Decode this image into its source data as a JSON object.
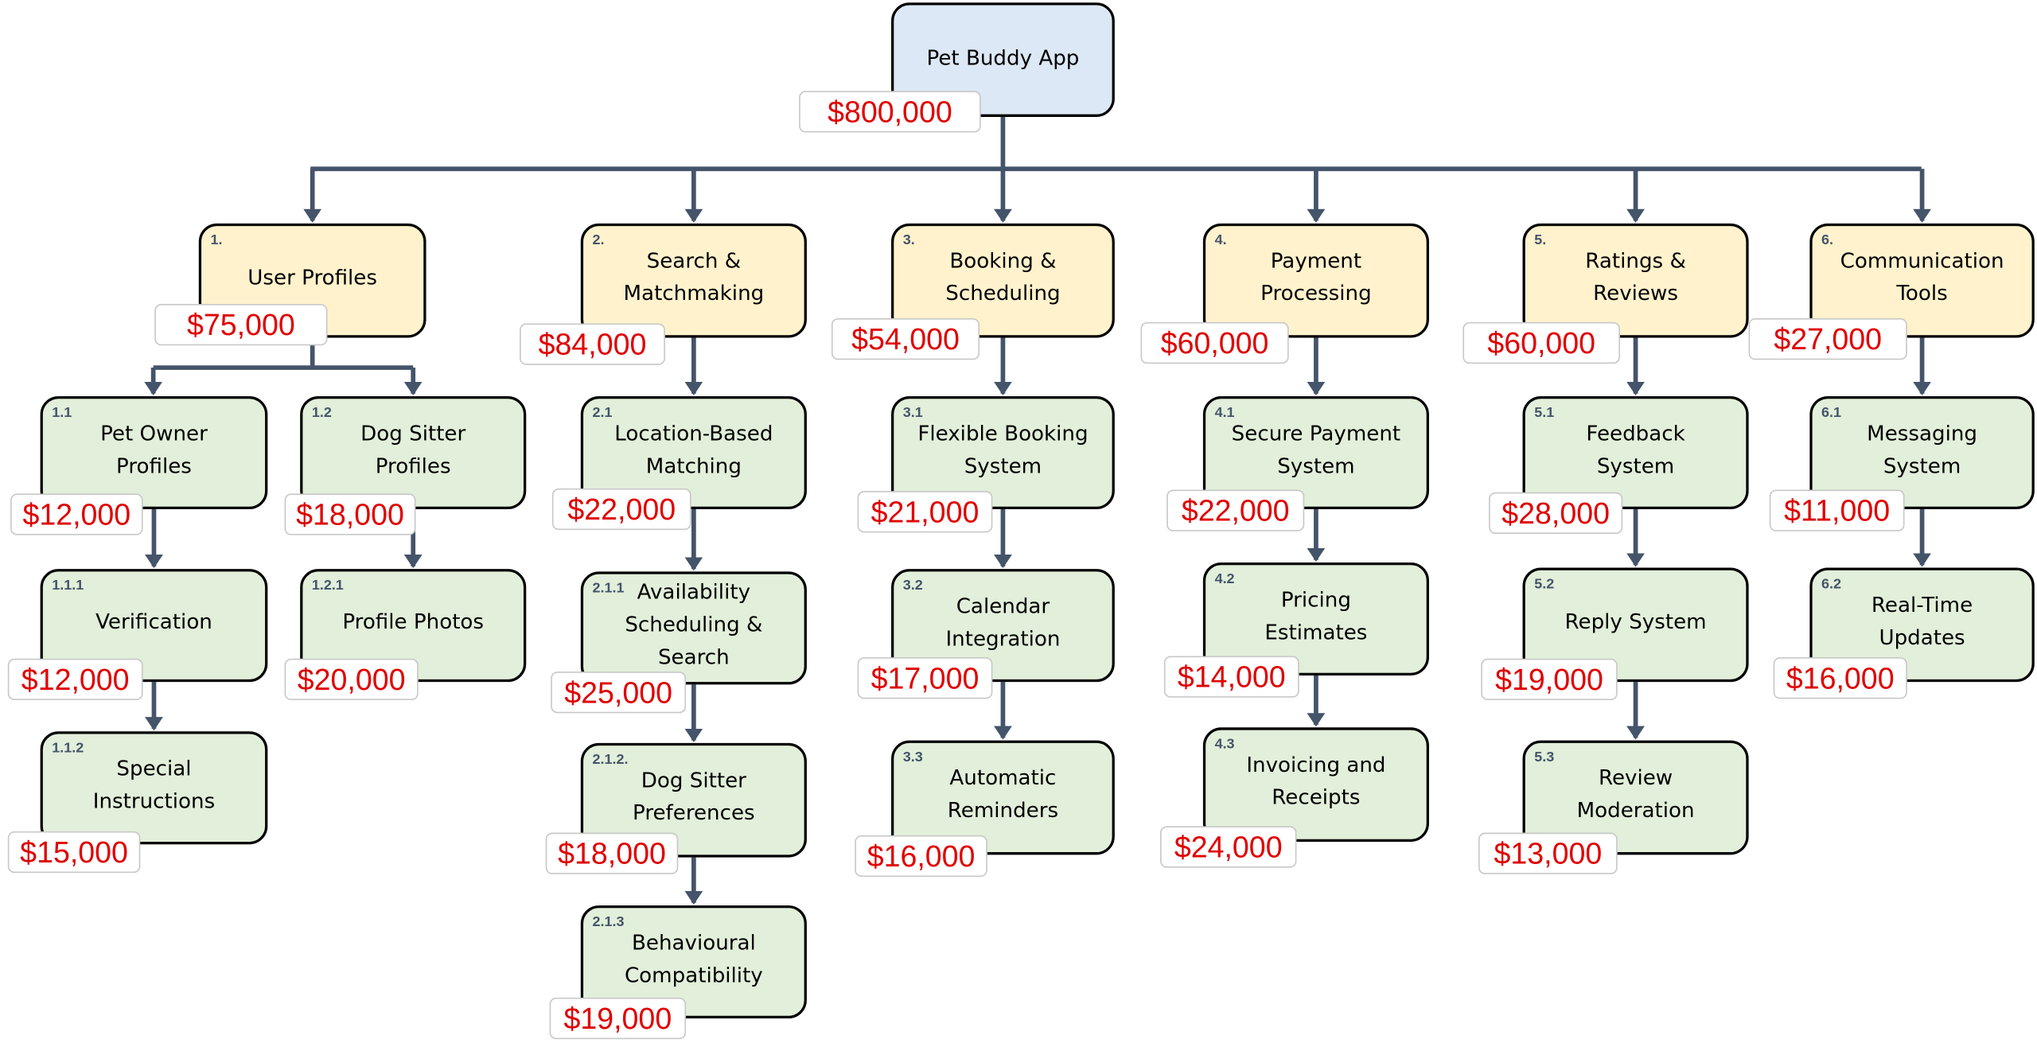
{
  "title": "Pet Buddy App",
  "colors": {
    "root": "#dce8f5",
    "level1": "#fff2cc",
    "level2plus": "#e2efda",
    "cost_text": "#e00000",
    "connector": "#44546a"
  },
  "nodes": [
    {
      "id": "root",
      "number": "",
      "label": "Pet Buddy App",
      "cost": "$800,000"
    },
    {
      "id": "n1",
      "number": "1.",
      "label": "User Profiles",
      "cost": "$75,000"
    },
    {
      "id": "n2",
      "number": "2.",
      "label": "Search &\nMatchmaking",
      "cost": "$84,000"
    },
    {
      "id": "n3",
      "number": "3.",
      "label": "Booking &\nScheduling",
      "cost": "$54,000"
    },
    {
      "id": "n4",
      "number": "4.",
      "label": "Payment\nProcessing",
      "cost": "$60,000"
    },
    {
      "id": "n5",
      "number": "5.",
      "label": "Ratings &\nReviews",
      "cost": "$60,000"
    },
    {
      "id": "n6",
      "number": "6.",
      "label": "Communication\nTools",
      "cost": "$27,000"
    },
    {
      "id": "n1_1",
      "number": "1.1",
      "label": "Pet Owner\nProfiles",
      "cost": "$12,000"
    },
    {
      "id": "n1_2",
      "number": "1.2",
      "label": "Dog Sitter\nProfiles",
      "cost": "$18,000"
    },
    {
      "id": "n1_1_1",
      "number": "1.1.1",
      "label": "Verification",
      "cost": "$12,000"
    },
    {
      "id": "n1_2_1",
      "number": "1.2.1",
      "label": "Profile Photos",
      "cost": "$20,000"
    },
    {
      "id": "n1_1_2",
      "number": "1.1.2",
      "label": "Special\nInstructions",
      "cost": "$15,000"
    },
    {
      "id": "n2_1",
      "number": "2.1",
      "label": "Location-Based\nMatching",
      "cost": "$22,000"
    },
    {
      "id": "n2_1_1",
      "number": "2.1.1",
      "label": "Availability\nScheduling &\nSearch",
      "cost": "$25,000"
    },
    {
      "id": "n2_1_2",
      "number": "2.1.2.",
      "label": "Dog Sitter\nPreferences",
      "cost": "$18,000"
    },
    {
      "id": "n2_1_3",
      "number": "2.1.3",
      "label": "Behavioural\nCompatibility",
      "cost": "$19,000"
    },
    {
      "id": "n3_1",
      "number": "3.1",
      "label": "Flexible Booking\nSystem",
      "cost": "$21,000"
    },
    {
      "id": "n3_2",
      "number": "3.2",
      "label": "Calendar\nIntegration",
      "cost": "$17,000"
    },
    {
      "id": "n3_3",
      "number": "3.3",
      "label": "Automatic\nReminders",
      "cost": "$16,000"
    },
    {
      "id": "n4_1",
      "number": "4.1",
      "label": "Secure Payment\nSystem",
      "cost": "$22,000"
    },
    {
      "id": "n4_2",
      "number": "4.2",
      "label": "Pricing\nEstimates",
      "cost": "$14,000"
    },
    {
      "id": "n4_3",
      "number": "4.3",
      "label": "Invoicing and\nReceipts",
      "cost": "$24,000"
    },
    {
      "id": "n5_1",
      "number": "5.1",
      "label": "Feedback\nSystem",
      "cost": "$28,000"
    },
    {
      "id": "n5_2",
      "number": "5.2",
      "label": "Reply System",
      "cost": "$19,000"
    },
    {
      "id": "n5_3",
      "number": "5.3",
      "label": "Review\nModeration",
      "cost": "$13,000"
    },
    {
      "id": "n6_1",
      "number": "6.1",
      "label": "Messaging\nSystem",
      "cost": "$11,000"
    },
    {
      "id": "n6_2",
      "number": "6.2",
      "label": "Real-Time\nUpdates",
      "cost": "$16,000"
    }
  ]
}
